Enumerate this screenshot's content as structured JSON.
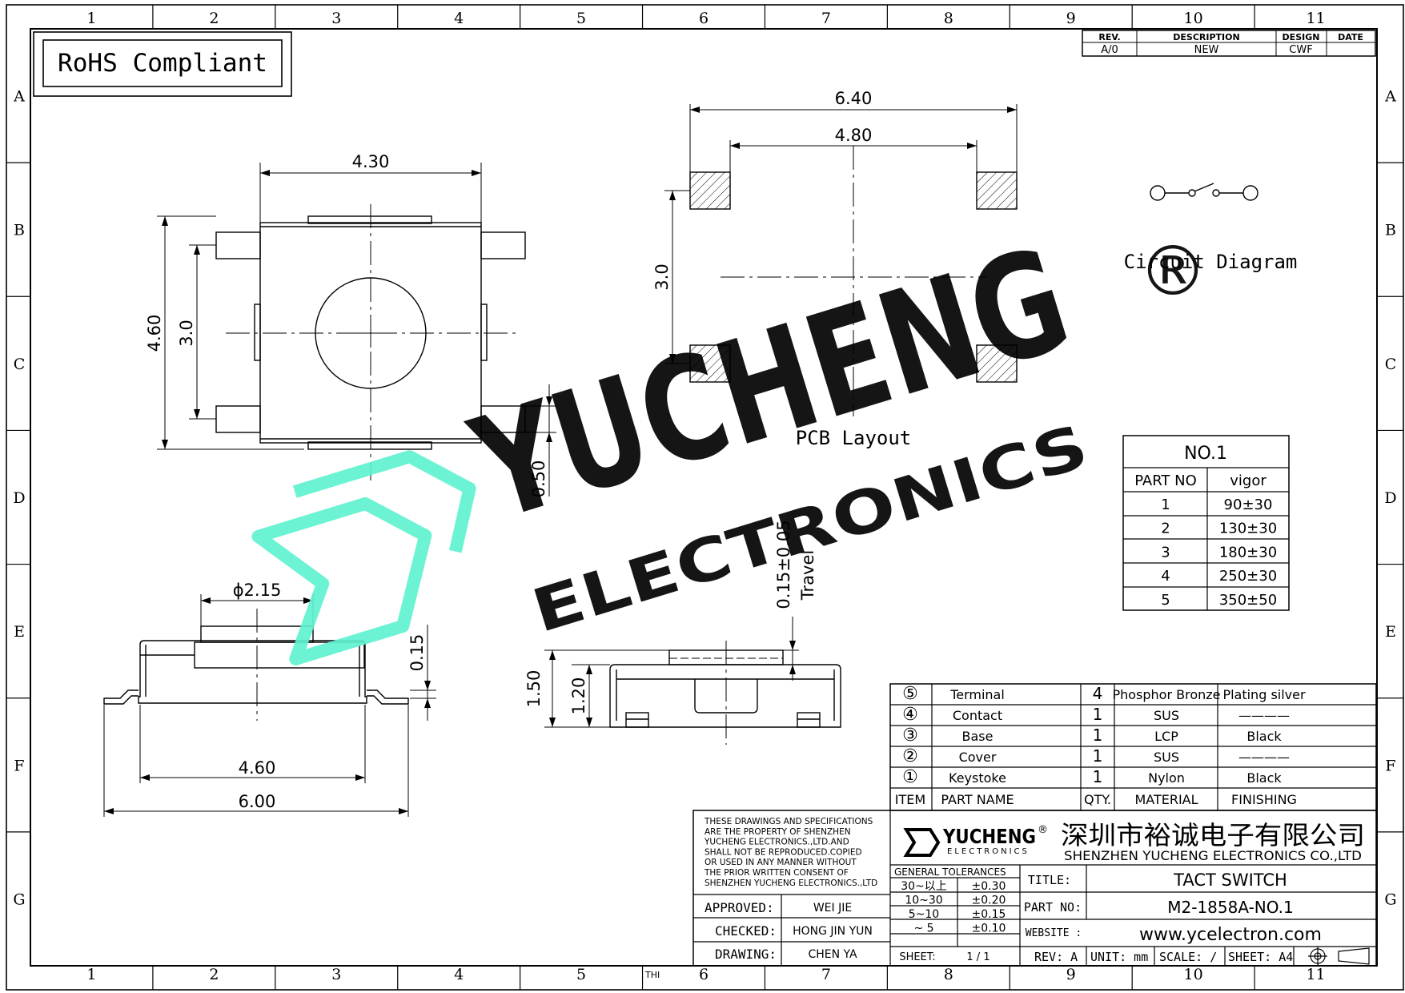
{
  "border": {
    "columns": [
      "1",
      "2",
      "3",
      "4",
      "5",
      "6",
      "7",
      "8",
      "9",
      "10",
      "11"
    ],
    "rows": [
      "A",
      "B",
      "C",
      "D",
      "E",
      "F",
      "G"
    ],
    "bottom_note": "THI"
  },
  "rohs": "RoHS Compliant",
  "revision": {
    "headers": [
      "REV.",
      "DESCRIPTION",
      "DESIGN",
      "DATE"
    ],
    "row": [
      "A/0",
      "NEW",
      "CWF",
      ""
    ]
  },
  "top_view": {
    "width": "4.30",
    "height": "4.60",
    "pitch": "3.0",
    "lead_gap": "0.50"
  },
  "pcb_layout": {
    "label": "PCB Layout",
    "outer": "6.40",
    "inner": "4.80",
    "pitch": "3.0"
  },
  "circuit": {
    "label": "Circuit Diagram"
  },
  "side_view": {
    "diameter": "ϕ2.15",
    "height": "0.15",
    "body": "4.60",
    "overall": "6.00"
  },
  "front_view": {
    "h1": "1.50",
    "h2": "1.20",
    "travel_value": "0.15±0.05",
    "travel_label": "Travel"
  },
  "force_table": {
    "title": "NO.1",
    "headers": [
      "PART  NO",
      "vigor"
    ],
    "rows": [
      [
        "1",
        "90±30"
      ],
      [
        "2",
        "130±30"
      ],
      [
        "3",
        "180±30"
      ],
      [
        "4",
        "250±30"
      ],
      [
        "5",
        "350±50"
      ]
    ]
  },
  "bom": {
    "rows": [
      [
        "⑤",
        "Terminal",
        "4",
        "Phosphor  Bronze",
        "Plating  silver"
      ],
      [
        "④",
        "Contact",
        "1",
        "SUS",
        "————"
      ],
      [
        "③",
        "Base",
        "1",
        "LCP",
        "Black"
      ],
      [
        "②",
        "Cover",
        "1",
        "SUS",
        "————"
      ],
      [
        "①",
        "Keystoke",
        "1",
        "Nylon",
        "Black"
      ]
    ],
    "headers": [
      "ITEM",
      "PART  NAME",
      "QTY.",
      "MATERIAL",
      "FINISHING"
    ]
  },
  "titleblock": {
    "notice": [
      "THESE DRAWINGS AND SPECIFICATIONS",
      "ARE THE PROPERTY OF SHENZHEN",
      "YUCHENG ELECTRONICS.,LTD.AND",
      "SHALL NOT BE REPRODUCED.COPIED",
      "OR USED IN ANY MANNER WITHOUT",
      "THE PRIOR WRITTEN CONSENT OF",
      "SHENZHEN YUCHENG ELECTRONICS.,LTD"
    ],
    "logo_text": "YUCHENG",
    "logo_sub": "ELECTRONICS",
    "registered": "®",
    "company_cn": "深圳市裕诚电子有限公司",
    "company_en": "SHENZHEN YUCHENG ELECTRONICS CO.,LTD",
    "tol_title": "GENERAL TOLERANCES",
    "tolerances": [
      [
        "30~以上",
        "±0.30"
      ],
      [
        "10~30",
        "±0.20"
      ],
      [
        "5~10",
        "±0.15"
      ],
      [
        "~ 5",
        "±0.10"
      ]
    ],
    "approved_label": "APPROVED:",
    "approved": "WEI JIE",
    "checked_label": "CHECKED:",
    "checked": "HONG JIN YUN",
    "drawing_label": "DRAWING:",
    "drawing": "CHEN YA",
    "sheet_label": "SHEET:",
    "sheet": "1 / 1",
    "title_label": "TITLE:",
    "title": "TACT SWITCH",
    "part_label": "PART NO:",
    "part": "M2-1858A-NO.1",
    "website_label": "WEBSITE :",
    "website": "www.ycelectron.com",
    "rev": "REV: A",
    "unit": "UNIT: mm",
    "scale": "SCALE: /",
    "sheet_size": "SHEET: A4"
  },
  "watermark": {
    "main": "YUCHENG",
    "sub": "ELECTRONICS",
    "mark": "®",
    "color": "#5ef2cf"
  }
}
